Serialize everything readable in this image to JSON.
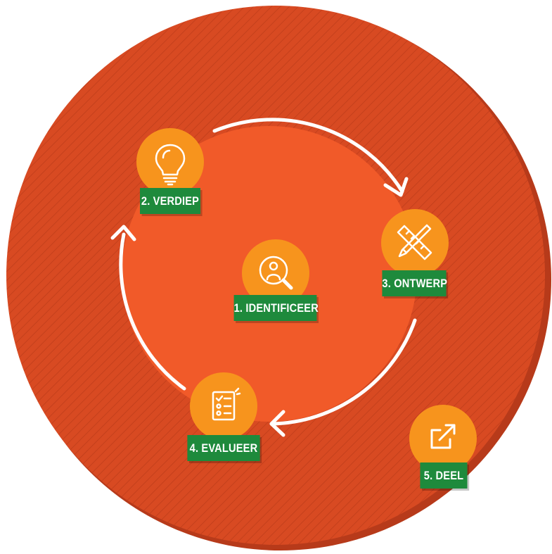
{
  "colors": {
    "outer_ring": "#d84a22",
    "outer_shadow": "#b73a1a",
    "inner_disc": "#f15a29",
    "step_circle": "#f7941d",
    "label_bg": "#1e8a3c",
    "arrow": "#ffffff"
  },
  "steps": [
    {
      "label": "1. IDENTIFICEER",
      "icon": "person-magnifier-icon"
    },
    {
      "label": "2. VERDIEP",
      "icon": "lightbulb-icon"
    },
    {
      "label": "3. ONTWERP",
      "icon": "ruler-pen-icon"
    },
    {
      "label": "4. EVALUEER",
      "icon": "checklist-icon"
    },
    {
      "label": "5. DEEL",
      "icon": "share-icon"
    }
  ]
}
